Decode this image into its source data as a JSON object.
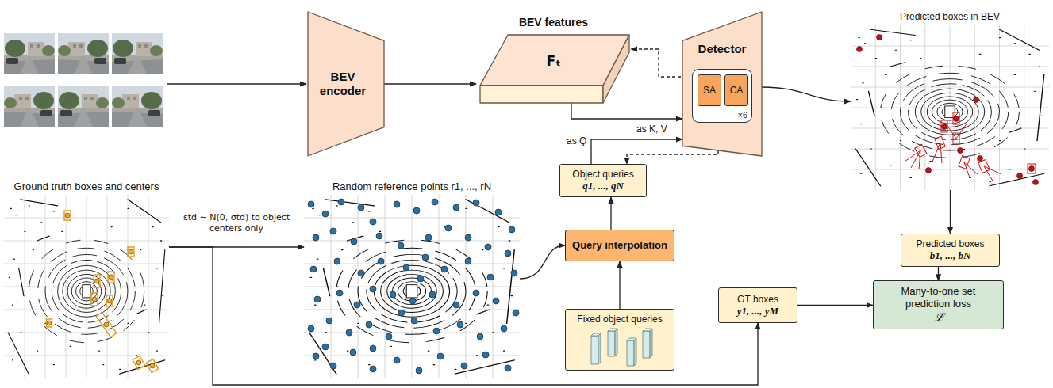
{
  "diagram": {
    "nodes": [
      {
        "text": [
          "BEV encoder"
        ]
      },
      {
        "text": [
          "BEV features",
          "Fₜ"
        ]
      },
      {
        "text": [
          "Detector"
        ]
      },
      {
        "text": [
          "×6"
        ],
        "in": 2
      },
      {
        "text": [
          "SA"
        ],
        "in": 3
      },
      {
        "text": [
          "CA"
        ],
        "in": 3
      },
      {
        "text": [
          "Predicted boxes in BEV"
        ]
      },
      {
        "text": [
          "Ground truth boxes and centers"
        ]
      },
      {
        "text": [
          "Random reference points r1, ..., rN"
        ]
      },
      {
        "text": [
          "Object queries",
          "q1, ..., qN"
        ]
      },
      {
        "text": [
          "Query interpolation"
        ]
      },
      {
        "text": [
          "Fixed object queries"
        ]
      },
      {
        "text": [
          "Predicted boxes",
          "b1, ..., bN"
        ]
      },
      {
        "text": [
          "GT boxes",
          "y1, ..., yM"
        ]
      },
      {
        "text": [
          "Many-to-one set prediction loss",
          "ℒ"
        ]
      }
    ],
    "edges": [
      {
        "from": 0,
        "to": 1,
        "arrow": "to"
      },
      {
        "from": 1,
        "to": 2,
        "label": "as K, V",
        "arrow": "to"
      },
      {
        "from": 9,
        "to": 2,
        "label": "as Q",
        "arrow": "to"
      },
      {
        "from": 3,
        "to": 1,
        "arrow": "to"
      },
      {
        "from": 3,
        "to": 9,
        "arrow": "to"
      },
      {
        "from": 2,
        "to": 6,
        "arrow": "to"
      },
      {
        "from": 6,
        "to": 12,
        "arrow": "to"
      },
      {
        "from": 12,
        "to": 14,
        "arrow": "to"
      },
      {
        "from": 13,
        "to": 14,
        "arrow": "to"
      },
      {
        "from": 7,
        "to": 8,
        "label": "εtd ∼ N(0, σtd) to object centers only",
        "arrow": "to"
      },
      {
        "from": 7,
        "to": 13,
        "arrow": "to"
      },
      {
        "from": 8,
        "to": 10,
        "arrow": "to"
      },
      {
        "from": 11,
        "to": 10,
        "arrow": "to"
      },
      {
        "from": 10,
        "to": 9,
        "arrow": "to"
      }
    ]
  }
}
